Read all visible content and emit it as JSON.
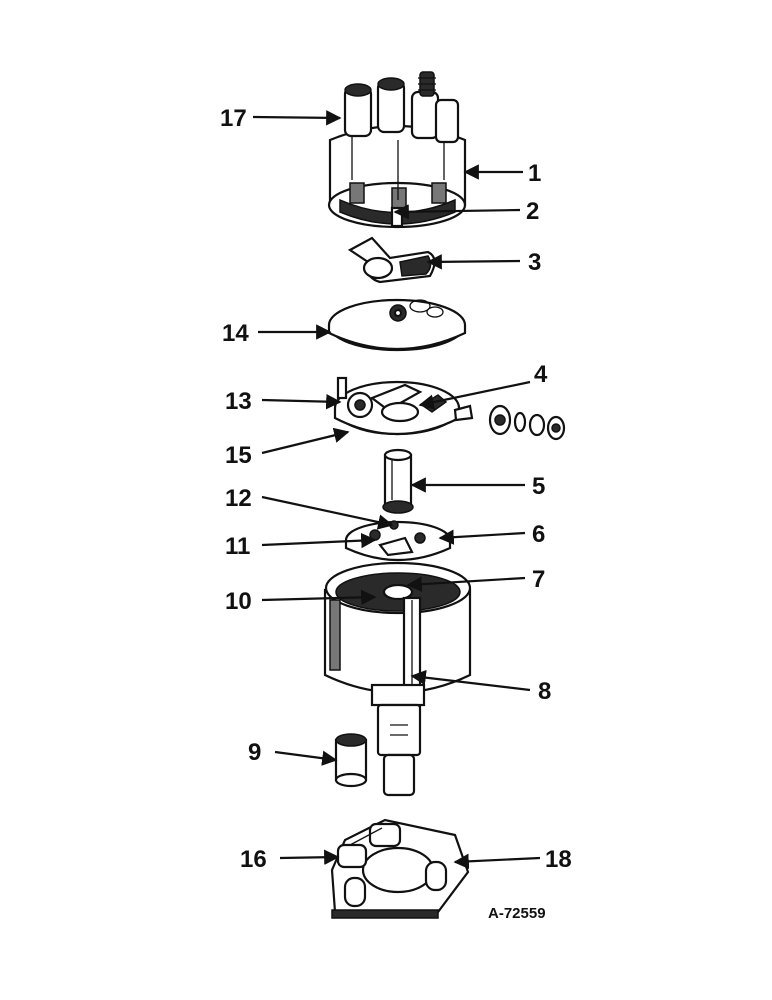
{
  "callouts": [
    {
      "id": "17",
      "label": "17"
    },
    {
      "id": "1",
      "label": "1"
    },
    {
      "id": "2",
      "label": "2"
    },
    {
      "id": "3",
      "label": "3"
    },
    {
      "id": "14",
      "label": "14"
    },
    {
      "id": "13",
      "label": "13"
    },
    {
      "id": "4",
      "label": "4"
    },
    {
      "id": "15",
      "label": "15"
    },
    {
      "id": "5",
      "label": "5"
    },
    {
      "id": "12",
      "label": "12"
    },
    {
      "id": "6",
      "label": "6"
    },
    {
      "id": "11",
      "label": "11"
    },
    {
      "id": "7",
      "label": "7"
    },
    {
      "id": "10",
      "label": "10"
    },
    {
      "id": "8",
      "label": "8"
    },
    {
      "id": "9",
      "label": "9"
    },
    {
      "id": "16",
      "label": "16"
    },
    {
      "id": "18",
      "label": "18"
    }
  ],
  "reference_number": "A-72559"
}
